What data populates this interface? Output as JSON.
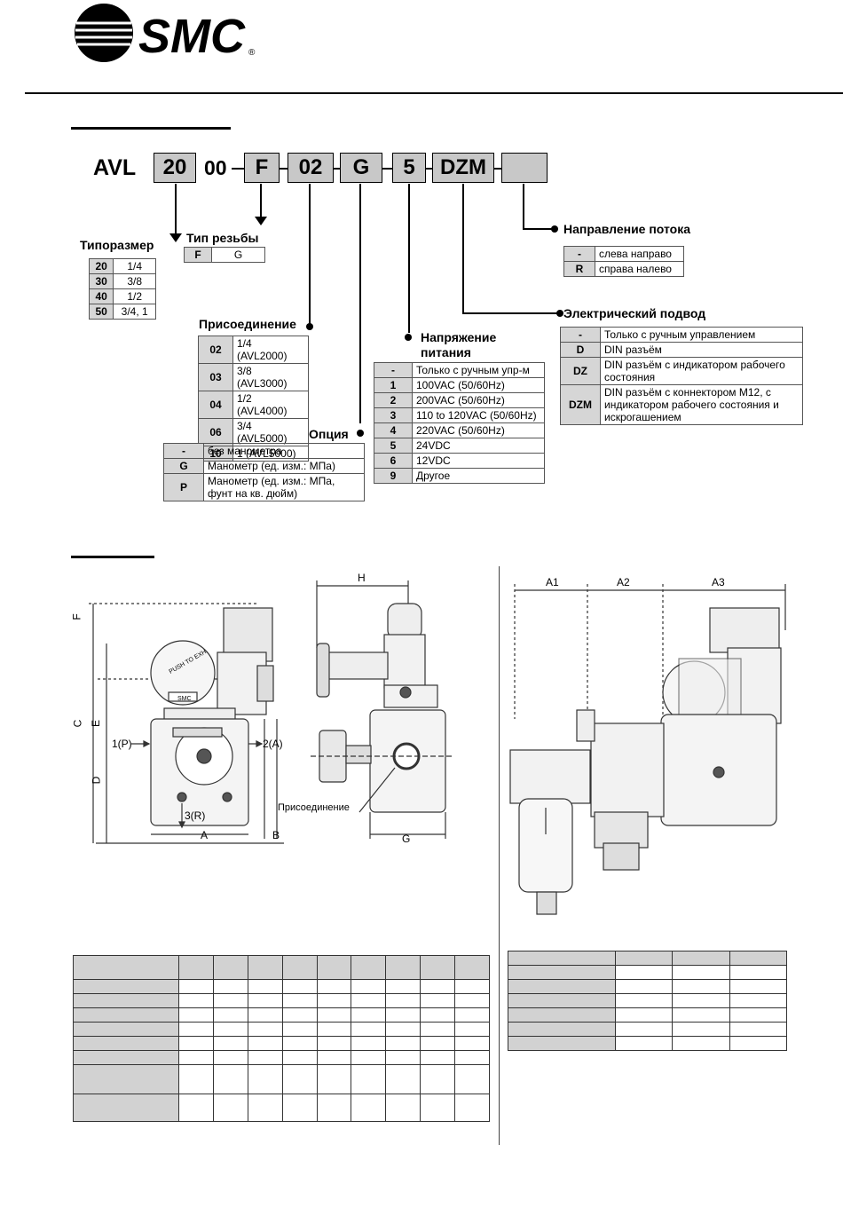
{
  "brand": {
    "logo_text": "SMC",
    "registered": "®"
  },
  "model_code": {
    "prefix": "AVL",
    "boxes": [
      "20",
      "00",
      "F",
      "02",
      "G",
      "5",
      "DZM",
      ""
    ],
    "separator": "-"
  },
  "size": {
    "title": "Типоразмер",
    "rows": [
      [
        "20",
        "1/4"
      ],
      [
        "30",
        "3/8"
      ],
      [
        "40",
        "1/2"
      ],
      [
        "50",
        "3/4, 1"
      ]
    ]
  },
  "thread": {
    "title": "Тип резьбы",
    "rows": [
      [
        "F",
        "G"
      ]
    ]
  },
  "port": {
    "title": "Присоединение",
    "rows": [
      [
        "02",
        "1/4 (AVL2000)"
      ],
      [
        "03",
        "3/8 (AVL3000)"
      ],
      [
        "04",
        "1/2 (AVL4000)"
      ],
      [
        "06",
        "3/4 (AVL5000)"
      ],
      [
        "10",
        "1  (AVL5000)"
      ]
    ]
  },
  "option": {
    "title": "Опция",
    "rows": [
      [
        "-",
        "без манометра"
      ],
      [
        "G",
        "Манометр (ед. изм.: МПа)"
      ],
      [
        "P",
        "Манометр (ед. изм.: МПа, фунт на кв. дюйм)"
      ]
    ]
  },
  "voltage": {
    "title": "Напряжение питания",
    "rows": [
      [
        "-",
        "Только с ручным упр-м"
      ],
      [
        "1",
        "100VAC (50/60Hz)"
      ],
      [
        "2",
        "200VAC (50/60Hz)"
      ],
      [
        "3",
        "110 to 120VAC (50/60Hz)"
      ],
      [
        "4",
        "220VAC (50/60Hz)"
      ],
      [
        "5",
        "24VDC"
      ],
      [
        "6",
        "12VDC"
      ],
      [
        "9",
        "Другое"
      ]
    ]
  },
  "electrical": {
    "title": "Электрический подвод",
    "rows": [
      [
        "-",
        "Только с ручным управлением"
      ],
      [
        "D",
        "DIN разъём"
      ],
      [
        "DZ",
        "DIN разъём с индикатором рабочего состояния"
      ],
      [
        "DZM",
        "DIN разъём с коннектором M12, с индикатором рабочего состояния и искрогашением"
      ]
    ]
  },
  "flow": {
    "title": "Направление потока",
    "rows": [
      [
        "-",
        "слева направо"
      ],
      [
        "R",
        "справа налево"
      ]
    ]
  },
  "drawing": {
    "labels": {
      "F": "F",
      "C": "C",
      "E": "E",
      "D": "D",
      "port_in": "1(P)",
      "port_out": "2(A)",
      "port_exh": "3(R)",
      "A": "A",
      "B": "B",
      "H": "H",
      "G": "G",
      "connection": "Присоединение",
      "push": "PUSH TO EXH.",
      "smc": "SMC",
      "A1": "A1",
      "A2": "A2",
      "A3": "A3"
    }
  }
}
